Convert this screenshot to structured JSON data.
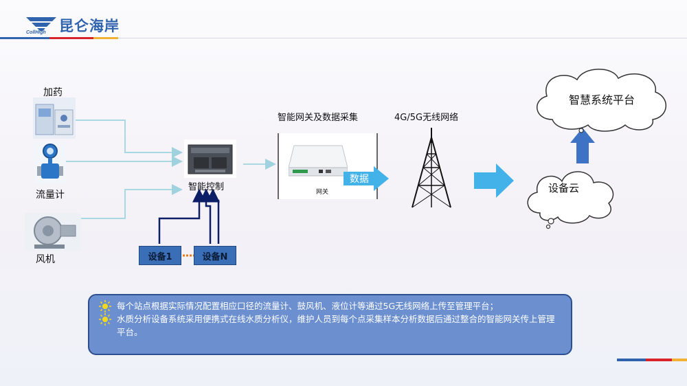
{
  "brand": {
    "name": "昆仑海岸",
    "sub": "CollHigh"
  },
  "diagram": {
    "sources": [
      {
        "label": "加药",
        "icon": "dosing-machine-icon"
      },
      {
        "label": "流量计",
        "icon": "flowmeter-icon"
      },
      {
        "label": "风机",
        "icon": "blower-icon"
      }
    ],
    "controller_label": "智能控制",
    "devices": [
      "设备1",
      "设备N"
    ],
    "gateway_title": "智能网关及数据采集",
    "gateway_device_label": "网关",
    "data_arrow_label": "数据",
    "network_title": "4G/5G无线网络",
    "device_cloud_label": "设备云",
    "platform_label": "智慧系统平台"
  },
  "notes": [
    "每个站点根据实际情况配置相应口径的流量计、鼓风机、液位计等通过5G无线网络上传至管理平台；",
    "水质分析设备系统采用便携式在线水质分析仪，维护人员到每个点采集样本分析数据后通过整合的智能网关传上管理平台。"
  ],
  "colors": {
    "brand_blue": "#2f63ad",
    "accent_red": "#d8232a",
    "accent_yellow": "#f2b035",
    "arrow_cyan": "#43b2e8",
    "connector": "#a8d8e2",
    "note_bg": "#6b8fcf"
  }
}
